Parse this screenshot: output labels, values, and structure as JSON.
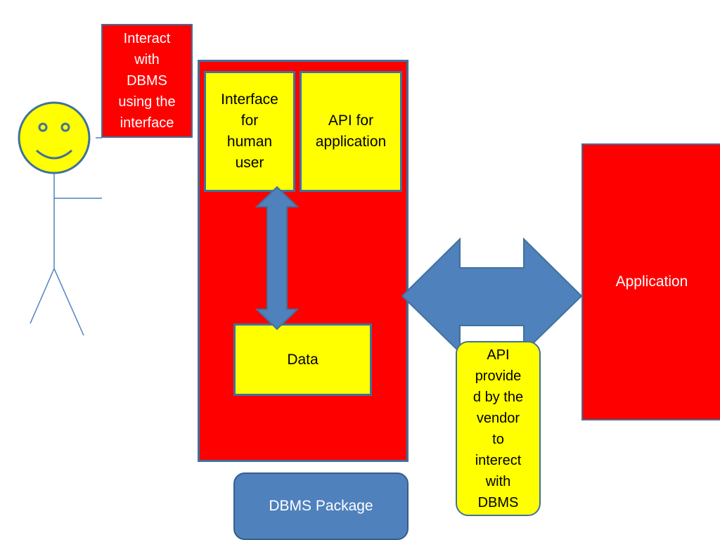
{
  "user_note": "Interact\nwith\nDBMS\nusing the\ninterface",
  "dbms": {
    "human_interface": "Interface\nfor\nhuman\nuser",
    "api_for_application": "API for\napplication",
    "data": "Data"
  },
  "application": "Application",
  "api_callout": "API\nprovide\nd by the\nvendor\nto\ninterect\nwith\nDBMS",
  "package_label": "DBMS Package",
  "colors": {
    "red": "#ff0000",
    "yellow": "#ffff00",
    "arrow_blue": "#4f81bd",
    "outline_blue": "#41719c"
  }
}
